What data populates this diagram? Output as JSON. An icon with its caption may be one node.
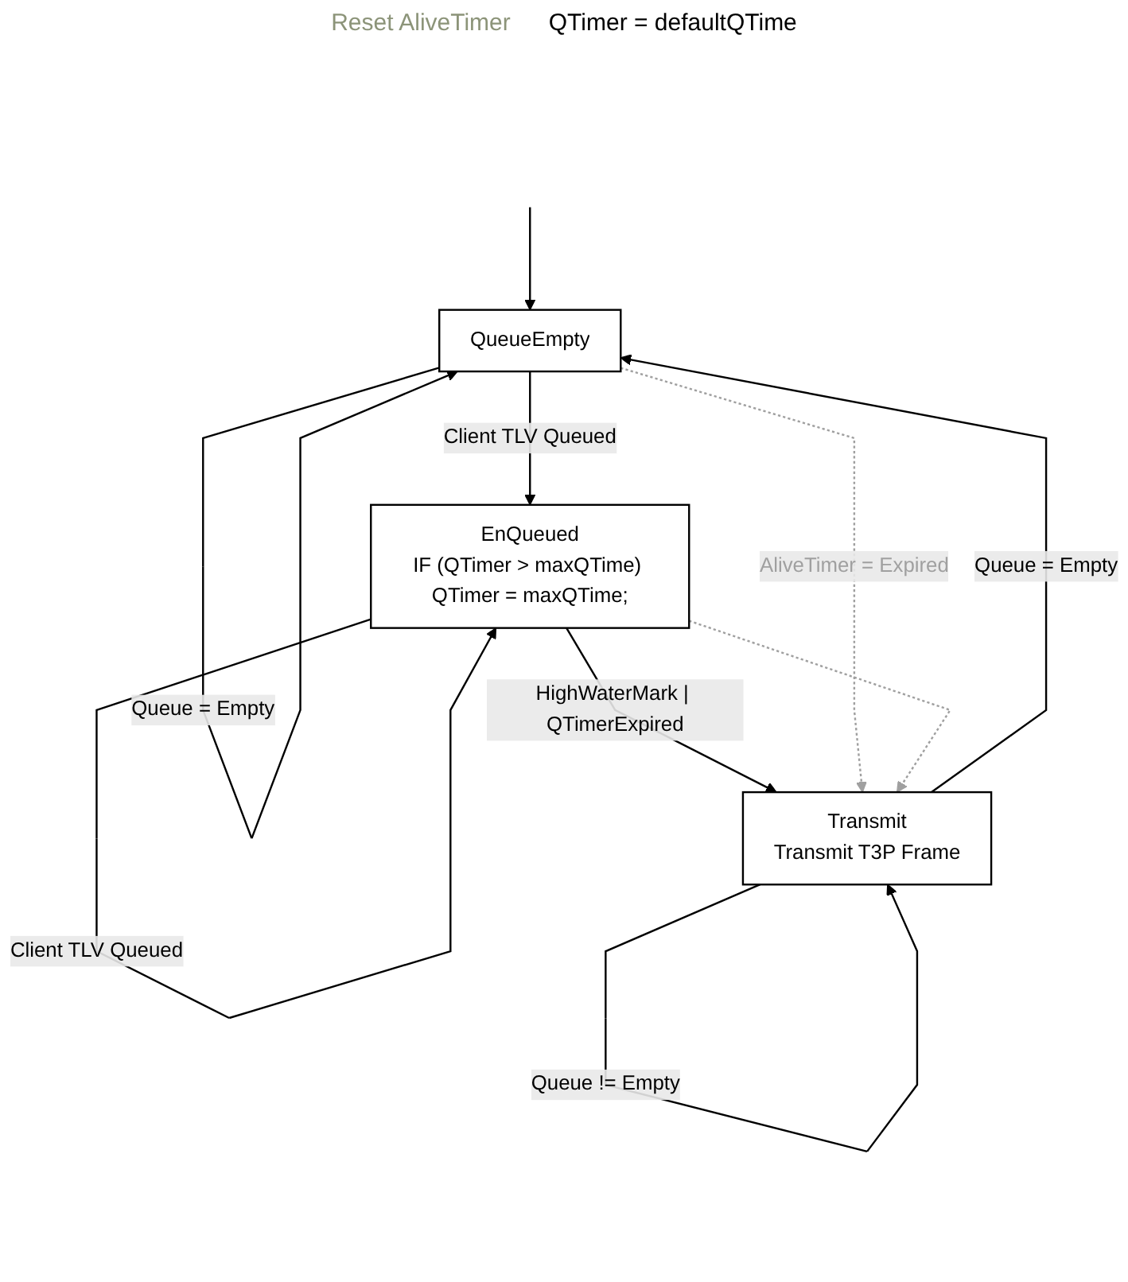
{
  "diagram": {
    "nodes": [
      {
        "text": [
          "QueueEmpty"
        ]
      },
      {
        "text": [
          "EnQueued",
          "IF (QTimer > maxQTime) QTimer = maxQTime;"
        ]
      },
      {
        "text": [
          "Transmit",
          "Transmit T3P Frame"
        ]
      }
    ],
    "edges": [
      {
        "from": null,
        "to": 0,
        "arrow": "to"
      },
      {
        "from": 0,
        "to": 0,
        "arrow": "to",
        "label": "Queue = Empty"
      },
      {
        "from": 0,
        "to": 1,
        "arrow": "to",
        "label": "Client TLV Queued"
      },
      {
        "from": 1,
        "to": 1,
        "arrow": "to",
        "label": "Client TLV Queued"
      },
      {
        "from": 1,
        "to": 2,
        "arrow": "to",
        "label": "HighWaterMark | QTimerExpired"
      },
      {
        "from": 2,
        "to": 2,
        "arrow": "to",
        "label": "Queue != Empty"
      },
      {
        "from": 2,
        "to": 0,
        "arrow": "to",
        "label": "Queue = Empty"
      },
      {
        "from": 0,
        "to": 2,
        "arrow": "to",
        "style": "dashed",
        "color": "#a0a0a0",
        "label": "AliveTimer = Expired"
      },
      {
        "from": 1,
        "to": 2,
        "arrow": "to",
        "style": "dashed",
        "color": "#a0a0a0"
      }
    ],
    "labels": [
      "Reset AliveTimer",
      "QTimer = defaultQTime"
    ]
  }
}
